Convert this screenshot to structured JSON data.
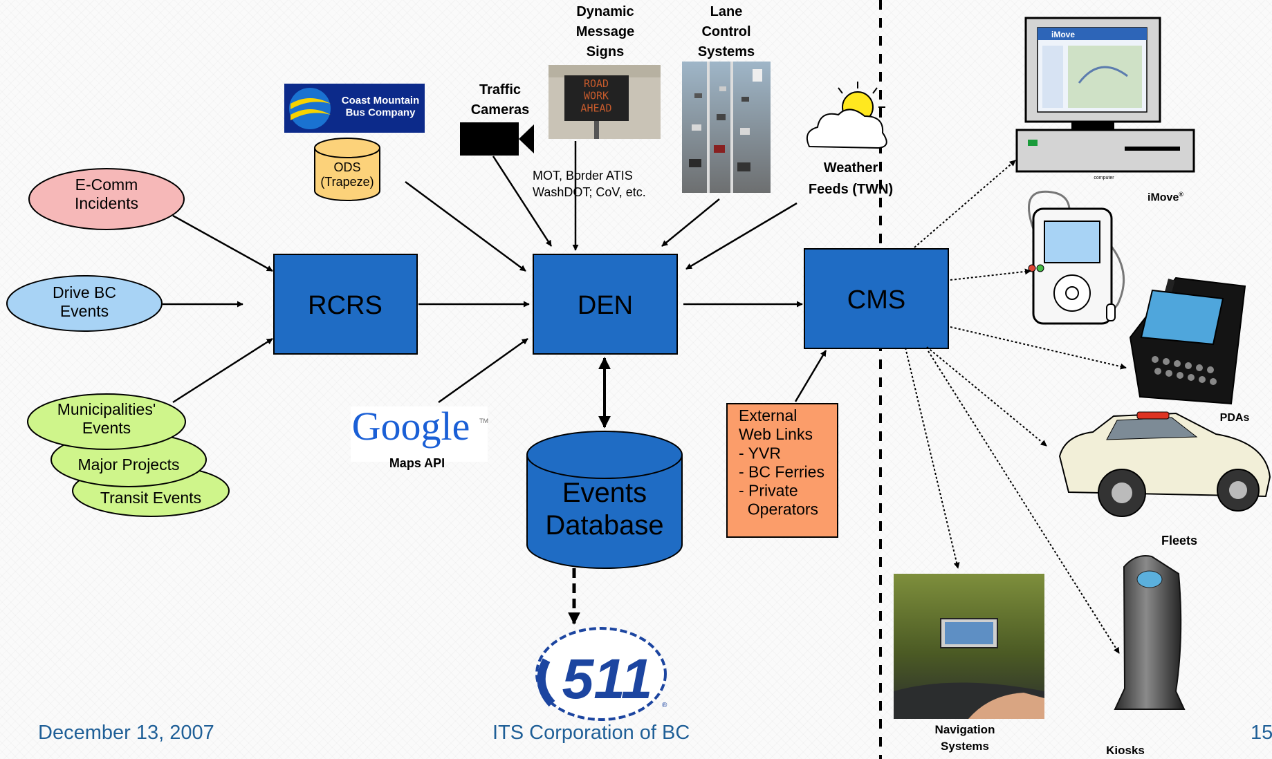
{
  "sources": {
    "ecomm": "E-Comm\nIncidents",
    "drivebc": "Drive BC\nEvents",
    "municipalities": "Municipalities'\nEvents",
    "major_projects": "Major Projects",
    "transit": "Transit Events",
    "ods": "ODS\n(Trapeze)",
    "coast_mountain": "Coast Mountain\nBus Company",
    "traffic_cameras": "Traffic\nCameras",
    "dms": "Dynamic\nMessage\nSigns",
    "dms_sign_text": "ROAD\nWORK\nAHEAD",
    "lane_control": "Lane\nControl\nSystems",
    "mot_note": "MOT, Border ATIS\nWashDOT; CoV, etc.",
    "weather": "Weather\nFeeds (TWN)",
    "google_logo": "Google",
    "google_tm": "TM",
    "google_api": "Maps API"
  },
  "core": {
    "rcrs": "RCRS",
    "den": "DEN",
    "cms": "CMS",
    "events_db": "Events\nDatabase",
    "external_links": "External\nWeb Links\n- YVR\n- BC Ferries\n- Private\n  Operators"
  },
  "outputs": {
    "imove": "iMove",
    "imove_reg": "®",
    "imove_screen": "iMove",
    "computer_caption": "computer",
    "pdas": "PDAs",
    "fleets": "Fleets",
    "navigation": "Navigation\nSystems",
    "kiosks": "Kiosks",
    "logo_511": "511",
    "logo_511_reg": "®"
  },
  "footer": {
    "date": "December 13, 2007",
    "org": "ITS Corporation of BC",
    "page": "15"
  },
  "colors": {
    "box_blue": "#1f6cc4",
    "ecomm_fill": "#f6b8b8",
    "drivebc_fill": "#a8d3f5",
    "green_fill": "#cff58b",
    "ods_fill": "#fcd27a",
    "external_fill": "#fb9d6a",
    "footer_text": "#1f5f97"
  }
}
